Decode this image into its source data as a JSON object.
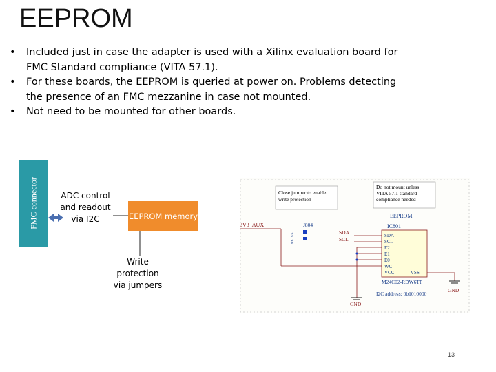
{
  "title": "EEPROM",
  "bullets": [
    "Included just in case the adapter is used with a Xilinx evaluation board for FMC Standard compliance (VITA 57.1).",
    "For these boards, the EEPROM is queried at power on. Problems detecting the presence of an FMC mezzanine in case not mounted.",
    "Not need to be mounted for other boards."
  ],
  "diagram": {
    "connector_label": "FMC connector",
    "adc_label": "ADC control and readout via I2C",
    "eeprom_label": "EEPROM memory",
    "write_label": "Write protection via jumpers"
  },
  "schematic": {
    "note_jumper": "Close jumper to enable write protection",
    "note_mount": "Do not mount unless VITA 57.1 standard compliance needed",
    "chip_title": "EEPROM",
    "chip_ref": "IC801",
    "power_net": "3V3_AUX",
    "jumper_ref": "J804",
    "bus_sda": "SDA",
    "bus_scl": "SCL",
    "pins": [
      "SDA",
      "SCL",
      "E2",
      "E1",
      "E0",
      "WC",
      "VCC",
      "VSS"
    ],
    "part_number": "M24C02-RDW6TP",
    "i2c_address": "I2C address: 0b1010000",
    "gnd1": "GND",
    "gnd2": "GND"
  },
  "colors": {
    "connector": "#2a9aa6",
    "eeprom_box": "#f08c2c",
    "arrow": "#4a6fb0"
  },
  "page_number": "13"
}
